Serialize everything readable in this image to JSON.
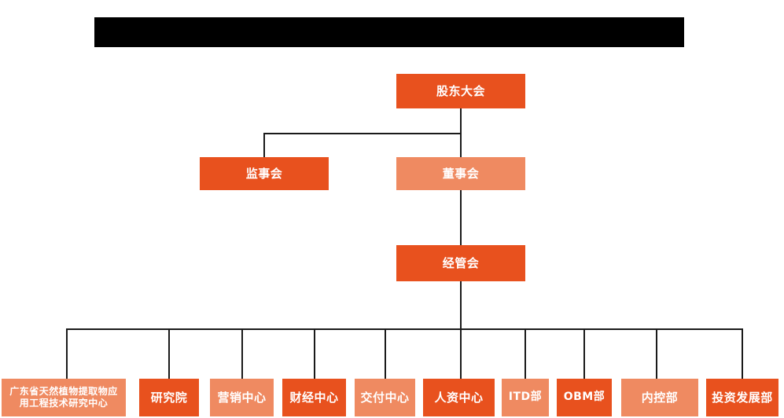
{
  "chart_data": {
    "type": "diagram",
    "diagram_kind": "organization-chart",
    "title": "",
    "colors": {
      "background": "#ffffff",
      "node_dark": "#E8511E",
      "node_light": "#EF8A61",
      "node_text": "#ffffff",
      "connector": "#1a1a1a",
      "redaction": "#000000"
    },
    "levels": [
      {
        "level": 1,
        "nodes": [
          "股东大会"
        ]
      },
      {
        "level": 2,
        "nodes": [
          "监事会",
          "董事会"
        ]
      },
      {
        "level": 3,
        "nodes": [
          "经管会"
        ]
      },
      {
        "level": 4,
        "nodes": [
          "广东省天然植物提取物应用工程技术研究中心",
          "研究院",
          "营销中心",
          "财经中心",
          "交付中心",
          "人资中心",
          "ITD部",
          "OBM部",
          "内控部",
          "投资发展部"
        ]
      }
    ],
    "edges": [
      {
        "from": "股东大会",
        "to": "监事会"
      },
      {
        "from": "股东大会",
        "to": "董事会"
      },
      {
        "from": "董事会",
        "to": "经管会"
      },
      {
        "from": "经管会",
        "to": "广东省天然植物提取物应用工程技术研究中心"
      },
      {
        "from": "经管会",
        "to": "研究院"
      },
      {
        "from": "经管会",
        "to": "营销中心"
      },
      {
        "from": "经管会",
        "to": "财经中心"
      },
      {
        "from": "经管会",
        "to": "交付中心"
      },
      {
        "from": "经管会",
        "to": "人资中心"
      },
      {
        "from": "经管会",
        "to": "ITD部"
      },
      {
        "from": "经管会",
        "to": "OBM部"
      },
      {
        "from": "经管会",
        "to": "内控部"
      },
      {
        "from": "经管会",
        "to": "投资发展部"
      }
    ]
  },
  "header": {
    "redacted_banner_label": ""
  },
  "nodes": {
    "shareholders_meeting": {
      "label": "股东大会",
      "tone": "dark"
    },
    "board_of_supervisors": {
      "label": "监事会",
      "tone": "dark"
    },
    "board_of_directors": {
      "label": "董事会",
      "tone": "light"
    },
    "management_committee": {
      "label": "经管会",
      "tone": "dark"
    },
    "dept_1": {
      "label_line_1": "广东省天然植物提取物应",
      "label_line_2": "用工程技术研究中心",
      "tone": "light"
    },
    "dept_2": {
      "label": "研究院",
      "tone": "dark"
    },
    "dept_3": {
      "label": "营销中心",
      "tone": "light"
    },
    "dept_4": {
      "label": "财经中心",
      "tone": "dark"
    },
    "dept_5": {
      "label": "交付中心",
      "tone": "light"
    },
    "dept_6": {
      "label": "人资中心",
      "tone": "dark"
    },
    "dept_7": {
      "label": "ITD部",
      "tone": "light"
    },
    "dept_8": {
      "label": "OBM部",
      "tone": "dark"
    },
    "dept_9": {
      "label": "内控部",
      "tone": "light"
    },
    "dept_10": {
      "label": "投资发展部",
      "tone": "dark"
    }
  }
}
